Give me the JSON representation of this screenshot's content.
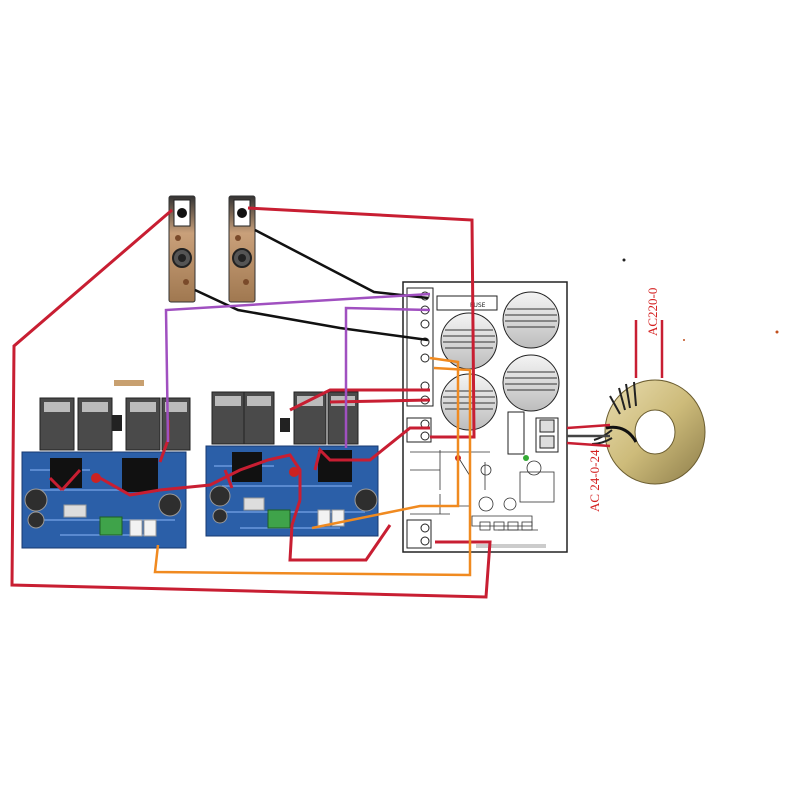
{
  "transformer": {
    "primary_label": "AC220-0",
    "secondary_label": "AC 24-0-24"
  },
  "psu_board": {
    "label": "FUSE"
  },
  "colors": {
    "speaker_wire_positive": "#d42020",
    "speaker_wire_negative": "#111111",
    "signal_wire": "#a050c0",
    "dc_wire": "#f08a20",
    "power_wire": "#c81e32",
    "pcb_blue": "#2b5fa8"
  },
  "icons": [
    "speaker-icon",
    "amplifier-board-icon",
    "power-supply-board-icon",
    "toroidal-transformer-icon",
    "capacitor-icon",
    "terminal-block-icon"
  ]
}
